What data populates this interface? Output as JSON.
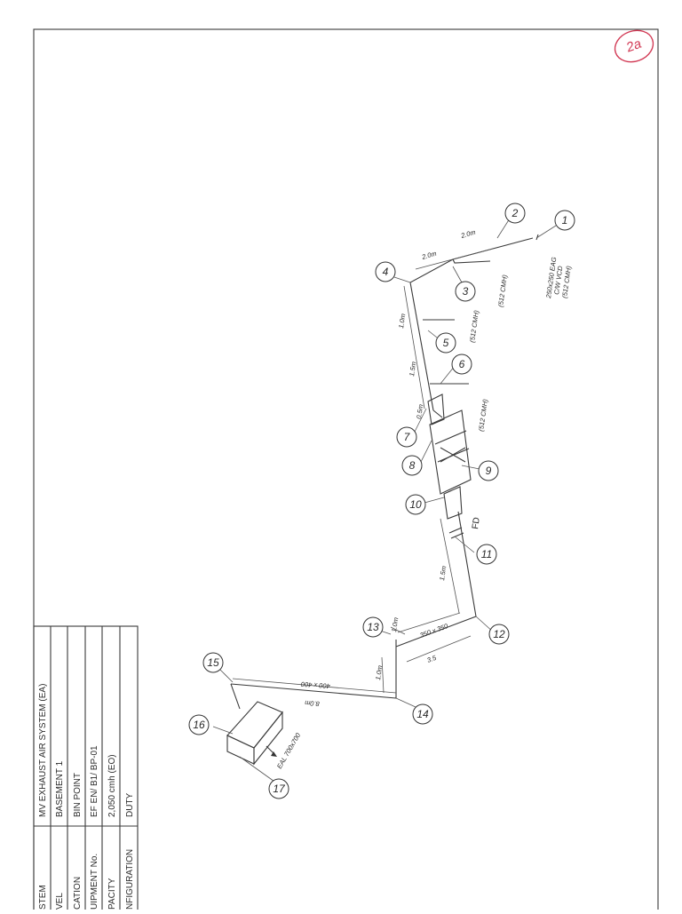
{
  "sheet_mark": "2a",
  "title_block": {
    "rows": [
      {
        "label": "STEM",
        "value": "MV EXHAUST AIR SYSTEM (EA)"
      },
      {
        "label": "VEL",
        "value": "BASEMENT 1"
      },
      {
        "label": "CATION",
        "value": "BIN POINT"
      },
      {
        "label": "UIPMENT No.",
        "value": "EF EN/ B1/ BP-01"
      },
      {
        "label": "PACITY",
        "value": "2,050 cmh (EO)"
      },
      {
        "label": "NFIGURATION",
        "value": "DUTY"
      }
    ]
  },
  "nodes": [
    "1",
    "2",
    "3",
    "4",
    "5",
    "6",
    "7",
    "8",
    "9",
    "10",
    "11",
    "12",
    "13",
    "14",
    "15",
    "16",
    "17"
  ],
  "labels": {
    "dim_2_0m_a": "2.0m",
    "dim_2_0m_b": "2.0m",
    "dim_1_0m": "1.0m",
    "dim_1_5m_a": "1.5m",
    "dim_0_5m": "0.5m",
    "dim_1_5m_b": "1.5m",
    "dim_1_0m_b": "1.0m",
    "dim_1_0m_c": "1.0m",
    "dim_3_5": "3.5",
    "dim_8_0m": "8.0m",
    "duct_350": "350 x 350",
    "duct_400": "400 x 400",
    "flow_3": "(512 CMH)",
    "flow_5": "(512 CMH)",
    "flow_6": "(512 CMH)",
    "eag_line1": "250x250 EAG",
    "eag_line2": "C/W VCD",
    "eag_line3": "(512 CMH)",
    "fd": "FD",
    "ea_outlet": "EAL 700x700"
  }
}
